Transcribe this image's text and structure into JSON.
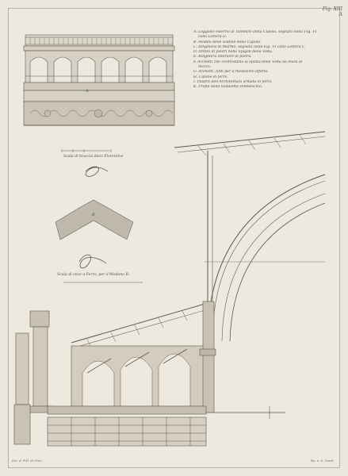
{
  "plate": {
    "number": "Fig. XIII",
    "sub": "A"
  },
  "legend": [
    "A. Loggiato esterno al Tamburo della Cupola, segnato nella Fig. VI",
    "colla Lettera D.",
    "B. Modini delle scatole della Cupola.",
    "C. Ringhiera di Marmo, segnata nella Fig. VI colla Lettera C.",
    "D. Ordini di piedri nelle Spigoli della Volta.",
    "E. Ringhiera interiore di pietra.",
    "F. Archetti che controstano la spinta della Volta da mura di",
    "mezzo.",
    "G. Archetti, fatti per il medesimo effetto.",
    "H. Catene di ferro.",
    "I. Piastre dell'Architettura armata di ferro.",
    "K. Profili della Sodaletta zimbalschio."
  ],
  "captions": {
    "scale_top": "Scala di braccia dieci Fiorentine",
    "scale_bottom": "Scala di once a Ferro, per il Modano B.",
    "engraver_left": "Dis. d. F.D. di Giov.",
    "engraver_right": "Ro. s. d. Cardi"
  },
  "drawing_labels": {
    "a": "A",
    "b": "B"
  },
  "colors": {
    "paper": "#ece7dd",
    "ink": "#5a544c",
    "wash": "#b9b2a6"
  }
}
